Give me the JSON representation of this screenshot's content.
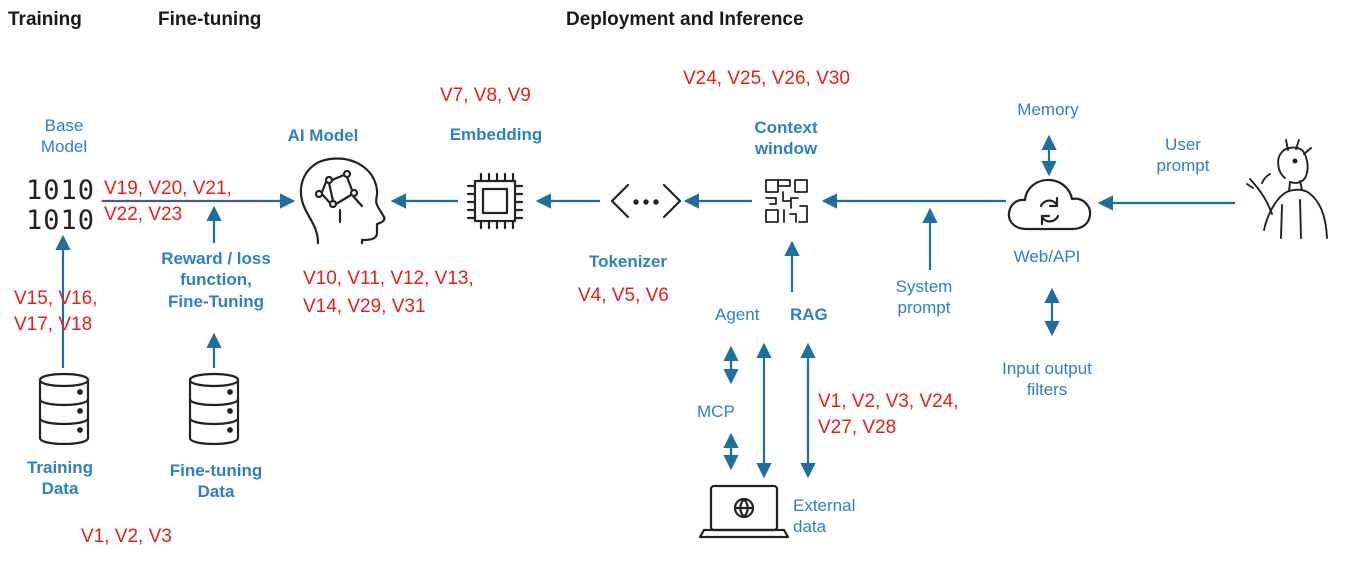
{
  "headers": {
    "training": "Training",
    "fine_tuning": "Fine-tuning",
    "deployment": "Deployment and Inference"
  },
  "nodes": {
    "base_model": "Base\nModel",
    "binary_top": "1010",
    "binary_bottom": "1010",
    "training_data": "Training\nData",
    "reward": "Reward / loss\nfunction,\nFine-Tuning",
    "fine_tuning_data": "Fine-tuning\nData",
    "ai_model": "AI Model",
    "embedding": "Embedding",
    "tokenizer": "Tokenizer",
    "context_window": "Context\nwindow",
    "memory": "Memory",
    "user_prompt": "User\nprompt",
    "web_api": "Web/API",
    "system_prompt": "System\nprompt",
    "agent": "Agent",
    "rag": "RAG",
    "mcp": "MCP",
    "external_data": "External\ndata",
    "io_filters": "Input output\nfilters"
  },
  "vulnerabilities": {
    "base_model": "V19, V20, V21,\nV22, V23",
    "training_data": "V15, V16,\nV17, V18",
    "datasets": "V1, V2, V3",
    "ai_model": "V10, V11, V12, V13,\nV14, V29, V31",
    "embedding": "V7, V8, V9",
    "tokenizer": "V4, V5, V6",
    "context_window": "V24, V25, V26, V30",
    "rag": "V1, V2, V3, V24,\nV27, V28"
  },
  "icons": {
    "ai_model": "ai-head-icon",
    "embedding": "chip-icon",
    "tokenizer": "code-brackets-icon",
    "context_window": "qr-code-icon",
    "web_api": "cloud-sync-icon",
    "user": "person-icon",
    "database": "database-icon",
    "external_data": "laptop-globe-icon"
  },
  "colors": {
    "label_blue": "#2f7fc1",
    "vulnerability_red": "#e0201b",
    "arrow": "#1e6f9a",
    "icon_stroke": "#222222",
    "header": "#1a1a1a"
  }
}
